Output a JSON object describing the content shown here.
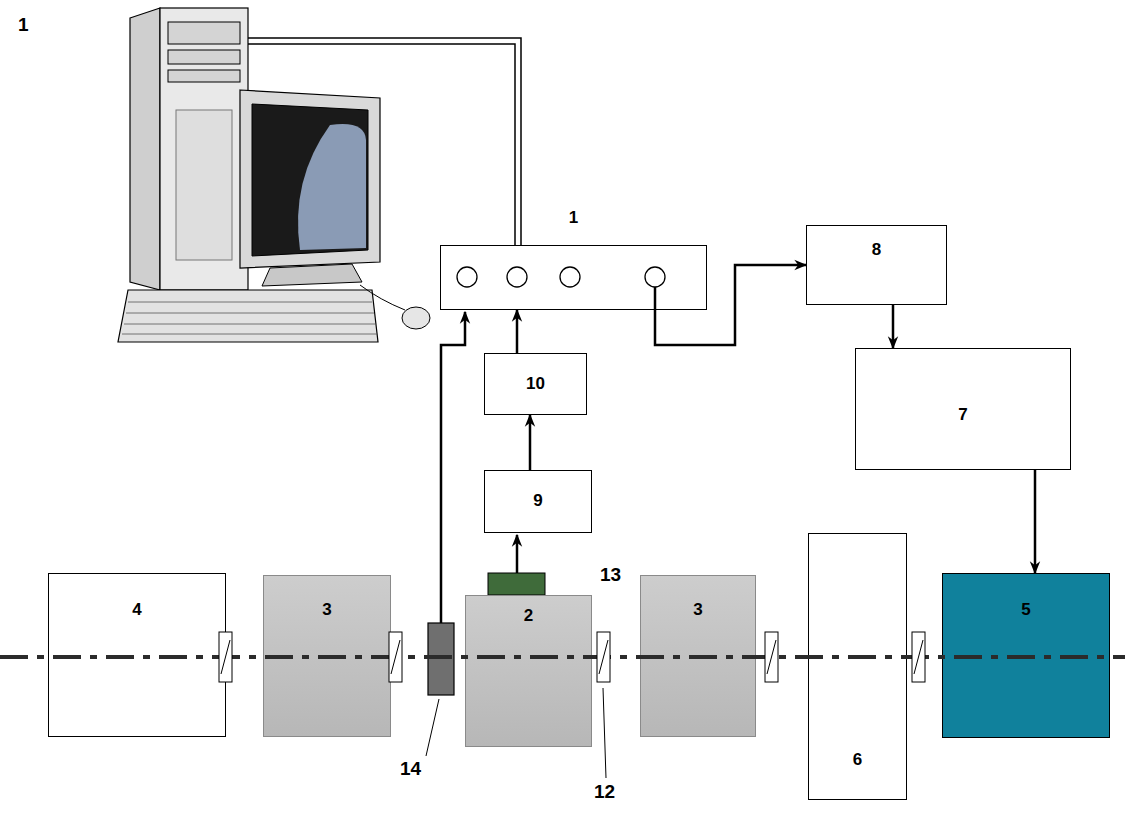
{
  "diagram": {
    "nodes": [
      {
        "text": [
          "1"
        ]
      },
      {
        "text": [
          "8"
        ]
      },
      {
        "text": [
          "7"
        ]
      },
      {
        "text": [
          "10"
        ]
      },
      {
        "text": [
          "9"
        ]
      },
      {
        "text": [
          "4"
        ]
      },
      {
        "text": [
          "3"
        ]
      },
      {
        "text": [
          "2"
        ]
      },
      {
        "text": [
          "3"
        ]
      },
      {
        "text": [
          "6"
        ]
      },
      {
        "text": [
          "5"
        ]
      }
    ],
    "edges": [
      {
        "from": 4,
        "to": 3,
        "arrow": "to"
      },
      {
        "from": 3,
        "to": 0,
        "arrow": "to"
      },
      {
        "from": 0,
        "to": 1,
        "arrow": "to"
      },
      {
        "from": 1,
        "to": 2,
        "arrow": "to"
      },
      {
        "from": 2,
        "to": 10,
        "arrow": "to"
      }
    ],
    "labels": [
      "1",
      "13",
      "14",
      "12"
    ]
  }
}
